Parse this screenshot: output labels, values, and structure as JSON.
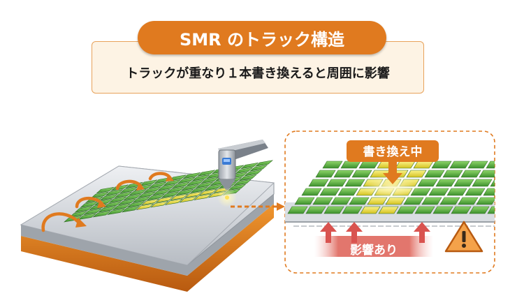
{
  "title": "SMR のトラック構造",
  "subtitle": "トラックが重なり１本書き換えると周囲に影響",
  "zoom_panel": {
    "writing_label": "書き換え中",
    "affected_label": "影響あり"
  },
  "colors": {
    "accent_orange": "#e07a1f",
    "track_green": "#4ea63a",
    "track_yellow": "#e8dc3a",
    "affected_red": "#d9534f",
    "platter_gray": "#c9ccd1"
  },
  "icons": [
    "write-head-icon",
    "warning-icon",
    "up-arrow-icon",
    "down-arrow-icon",
    "curved-arrow-icon"
  ]
}
